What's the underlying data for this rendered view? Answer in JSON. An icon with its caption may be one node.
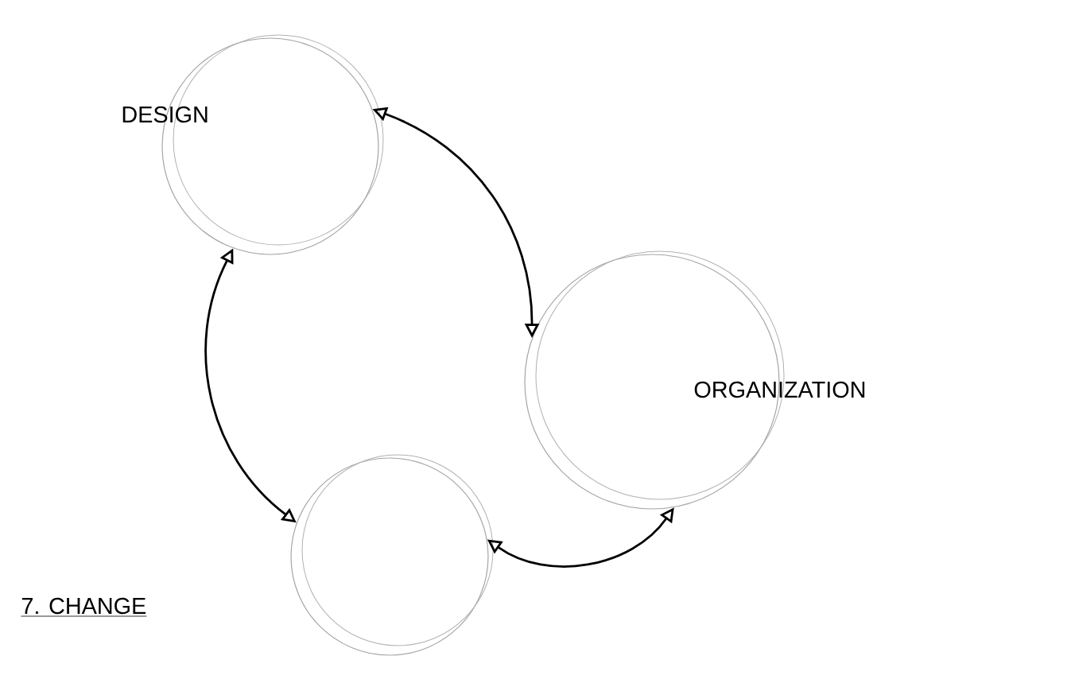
{
  "diagram": {
    "nodes": [
      {
        "text": [
          "DESIGN"
        ]
      },
      {
        "text": [
          "ORGANIZATION"
        ]
      },
      {
        "text": [
          "7. CHANGE"
        ]
      }
    ],
    "edges": [
      {
        "from": 0,
        "to": 1,
        "arrow": "both"
      },
      {
        "from": 0,
        "to": 2,
        "arrow": "both"
      },
      {
        "from": 1,
        "to": 2,
        "arrow": "both"
      }
    ]
  }
}
